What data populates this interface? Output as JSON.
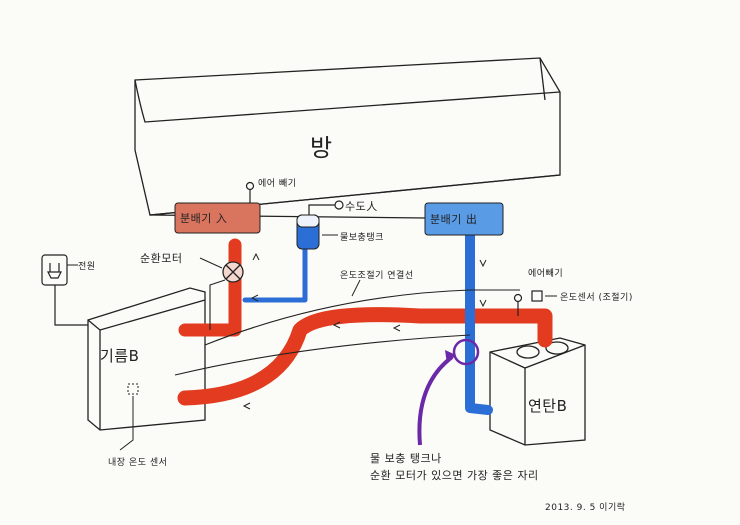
{
  "labels": {
    "room": "방",
    "heater_in": "분배기 入",
    "heater_out": "분배기 出",
    "air_vent_top": "에어 빼기",
    "air_vent_right": "에어빼기",
    "water_supply": "수도人",
    "reserve_tank": "물보충탱크",
    "power": "전원",
    "circ_motor": "순환모터",
    "thermostat_wire": "온도조절기 연결선",
    "temp_sensor": "온도센서 (조절기)",
    "oil_boiler": "기름B",
    "coal_boiler": "연탄B",
    "internal_sensor": "내장 온도 센서",
    "note_line1": "물 보충 탱크나",
    "note_line2": "순환 모터가 있으면 가장 좋은 자리",
    "signature": "2013. 9. 5  이기락"
  },
  "colors": {
    "hot_pipe": "#e23b1f",
    "cold_pipe": "#2b6fd6",
    "heater_in_fill": "#d9745f",
    "heater_out_fill": "#5a9be6",
    "annotation": "#6a2aa8",
    "ink": "#222222"
  }
}
